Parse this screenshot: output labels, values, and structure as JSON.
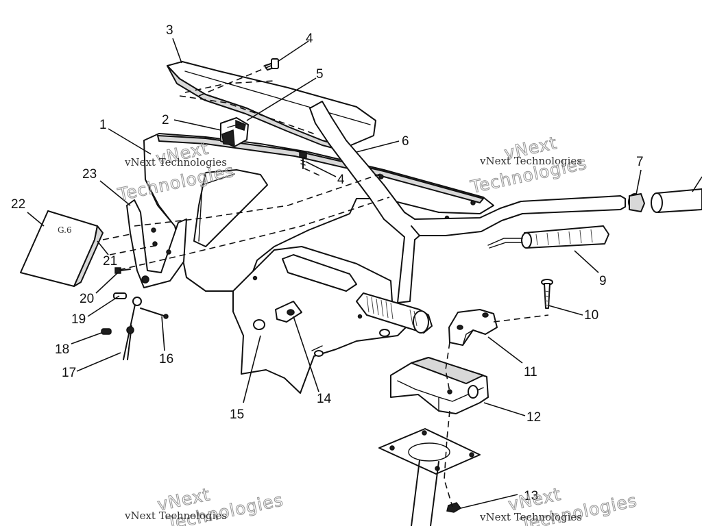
{
  "callouts": {
    "c1": "1",
    "c2": "2",
    "c3": "3",
    "c4a": "4",
    "c4b": "4",
    "c5": "5",
    "c6": "6",
    "c7": "7",
    "c9": "9",
    "c10": "10",
    "c11": "11",
    "c12": "12",
    "c13": "13",
    "c14": "14",
    "c15": "15",
    "c16": "16",
    "c17": "17",
    "c18": "18",
    "c19": "19",
    "c20": "20",
    "c21": "21",
    "c22": "22",
    "c23": "23"
  },
  "watermark": {
    "small": "vNext Technologies",
    "big": "Technologies",
    "corner": "vNext"
  },
  "colors": {
    "ink": "#111111",
    "paper": "#ffffff",
    "watermark": "#9a9a9a"
  }
}
